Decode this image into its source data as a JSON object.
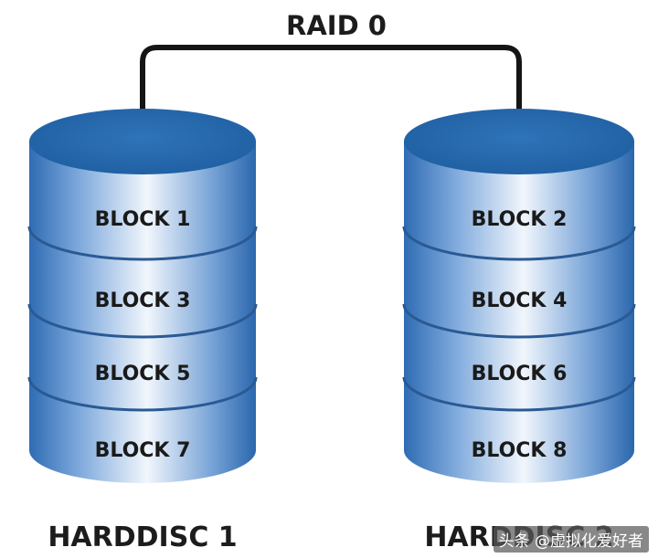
{
  "title": "RAID 0",
  "disks": [
    {
      "label": "HARDDISC 1",
      "blocks": [
        "BLOCK 1",
        "BLOCK 3",
        "BLOCK 5",
        "BLOCK 7"
      ]
    },
    {
      "label": "HARDDISC 2",
      "blocks": [
        "BLOCK 2",
        "BLOCK 4",
        "BLOCK 6",
        "BLOCK 8"
      ]
    }
  ],
  "watermark": "头条 @虚拟化爱好者",
  "colors": {
    "disk_top": "#2566a9",
    "disk_band_edge": "#3f7bc0",
    "disk_band_highlight": "#f1f6fc",
    "band_line": "#2a5a94",
    "connector": "#151515",
    "text": "#1a1a1a"
  }
}
